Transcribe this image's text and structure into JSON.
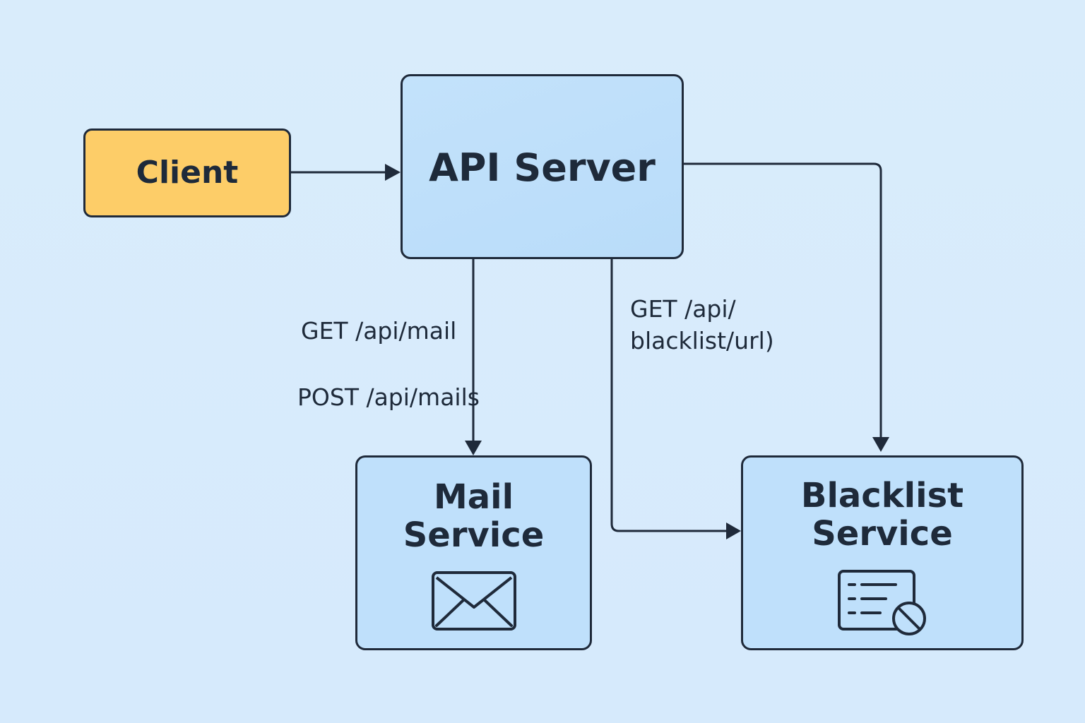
{
  "nodes": {
    "client": {
      "label": "Client"
    },
    "api_server": {
      "label": "API Server"
    },
    "mail_service": {
      "label": "Mail\nService",
      "icon": "envelope-icon"
    },
    "blacklist_service": {
      "label": "Blacklist\nService",
      "icon": "blocked-list-icon"
    }
  },
  "edges": {
    "get_mail": "GET /api/mail",
    "post_mails": "POST /api/mails",
    "get_blacklist": "GET /api/\nblacklist/url)"
  },
  "colors": {
    "background": "#d9ecfb",
    "client_fill": "#fdcd68",
    "service_fill": "#bfe0fb",
    "stroke": "#1f2a3a"
  }
}
